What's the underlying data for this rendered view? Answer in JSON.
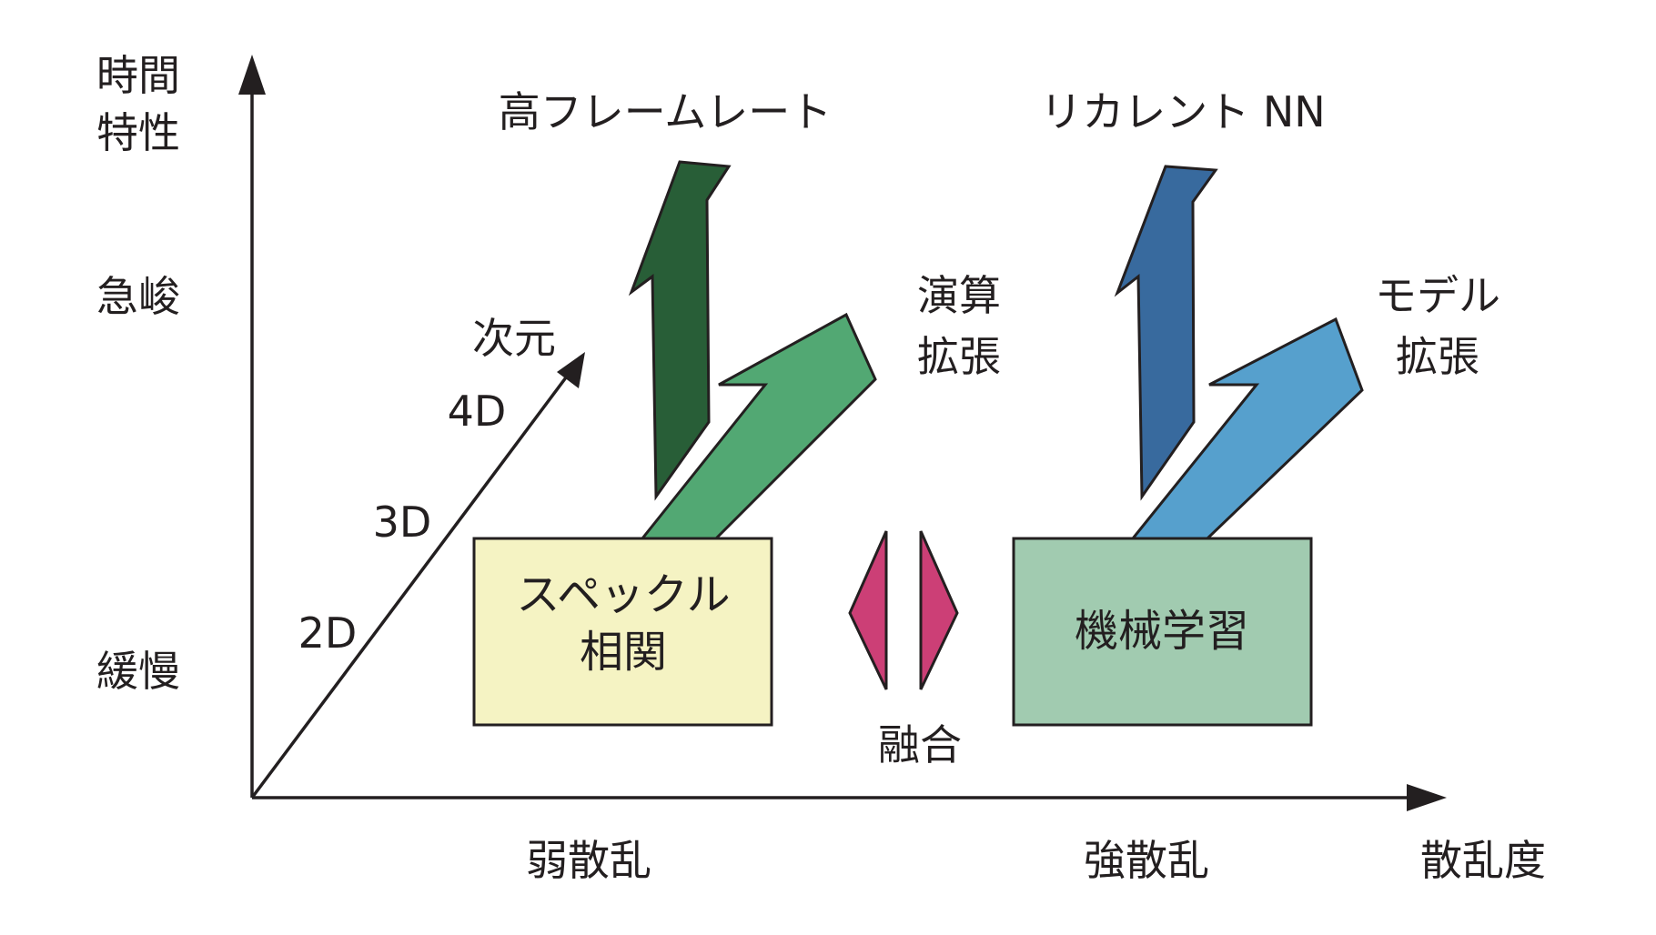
{
  "y_axis": {
    "title_line1": "時間",
    "title_line2": "特性",
    "tick_fast": "急峻",
    "tick_slow": "緩慢"
  },
  "x_axis": {
    "title": "散乱度",
    "tick_weak": "弱散乱",
    "tick_strong": "強散乱"
  },
  "depth_axis": {
    "title": "次元",
    "ticks": [
      "2D",
      "3D",
      "4D"
    ]
  },
  "left_group": {
    "box_line1": "スペックル",
    "box_line2": "相関",
    "up_arrow_label": "高フレームレート",
    "diag_arrow_label_line1": "演算",
    "diag_arrow_label_line2": "拡張"
  },
  "right_group": {
    "box_label": "機械学習",
    "up_arrow_label": "リカレント NN",
    "diag_arrow_label_line1": "モデル",
    "diag_arrow_label_line2": "拡張"
  },
  "fusion": {
    "label": "融合"
  },
  "colors": {
    "axis": "#231f20",
    "left_box_fill": "#f5f3c3",
    "right_box_fill": "#a1cbb0",
    "left_up_arrow": "#285e37",
    "left_diag_arrow": "#52a873",
    "right_up_arrow": "#386a9e",
    "right_diag_arrow": "#56a0cd",
    "fusion_diamond": "#cc3f76"
  }
}
